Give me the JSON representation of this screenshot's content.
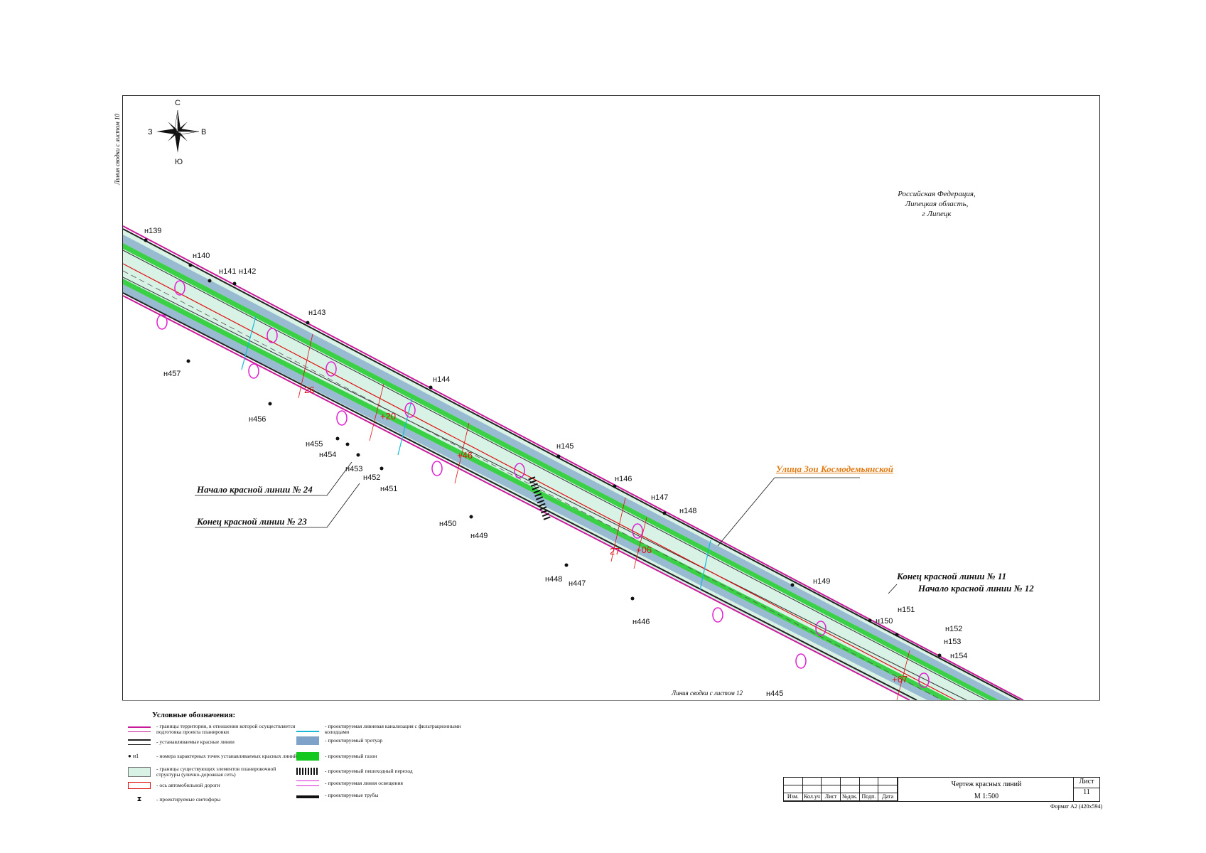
{
  "compass": {
    "north": "С",
    "south": "Ю",
    "west": "З",
    "east": "В"
  },
  "side_note": "Линия сводки с листом 10",
  "bottom_note": "Линия сводки с листом 12",
  "region": {
    "line1": "Российская Федерация,",
    "line2": "Липецкая область,",
    "line3": "г Липецк"
  },
  "street_name": "Улица Зои Космодемьянской",
  "callouts": {
    "start24": "Начало красной линии № 24",
    "end23": "Конец красной линии № 23",
    "end11": "Конец красной линии № 11",
    "start12": "Начало красной линии № 12"
  },
  "points_top": [
    "н139",
    "н140",
    "н141",
    "н142",
    "н143",
    "н144",
    "н145",
    "н146",
    "н147",
    "н148",
    "н149",
    "н150",
    "н151",
    "н152",
    "н153",
    "н154"
  ],
  "points_bottom": [
    "н457",
    "н456",
    "н455",
    "н454",
    "н453",
    "н452",
    "н451",
    "н450",
    "н449",
    "н448",
    "н447",
    "н446",
    "н445"
  ],
  "pickets": [
    "26",
    "27",
    "+20",
    "+46",
    "+06",
    "+67"
  ],
  "legend": {
    "title": "Условные обозначения:",
    "items": [
      {
        "icon": "magenta-boundary",
        "text": "- границы территории, в отношении которой осуществляется подготовка проекта планировки"
      },
      {
        "icon": "red-line",
        "text": "- устанавливаемые красные линии"
      },
      {
        "icon": "point-marker",
        "text": "- номера характерных точек устанавливаемых красных линий",
        "marker": "н1"
      },
      {
        "icon": "green-area",
        "text": "- границы существующих элементов планировочной структуры (улично-дорожная сеть)"
      },
      {
        "icon": "axis",
        "text": "- ось автомобильной дороги"
      },
      {
        "icon": "traffic-light",
        "text": "- проектируемые светофоры"
      },
      {
        "icon": "sewer",
        "text": "- проектируемая ливневая канализация с фильтрационными колодцами"
      },
      {
        "icon": "sidewalk",
        "text": "- проектируемый тротуар"
      },
      {
        "icon": "lawn",
        "text": "- проектируемый газон"
      },
      {
        "icon": "crosswalk",
        "text": "- проектируемый пешеходный переход"
      },
      {
        "icon": "lighting",
        "text": "- проектируемая линия освещения"
      },
      {
        "icon": "pipes",
        "text": "- проектируемые трубы"
      }
    ]
  },
  "stamp": {
    "headers": [
      "Изм.",
      "Кол.уч",
      "Лист",
      "№док.",
      "Подп.",
      "Дата"
    ],
    "title": "Чертеж красных линий",
    "scale": "М 1:500",
    "sheet_label": "Лист",
    "sheet_number": "11"
  },
  "format": "Формат А2 (420х594)",
  "colors": {
    "red_line": "#222222",
    "boundary": "#c8199b",
    "road_fill": "#d8f3e6",
    "lawn": "#14c81e",
    "sidewalk": "#7fa3c8",
    "axis": "#e01010",
    "lighting": "#e01fd0",
    "street_label": "#e07a12"
  }
}
